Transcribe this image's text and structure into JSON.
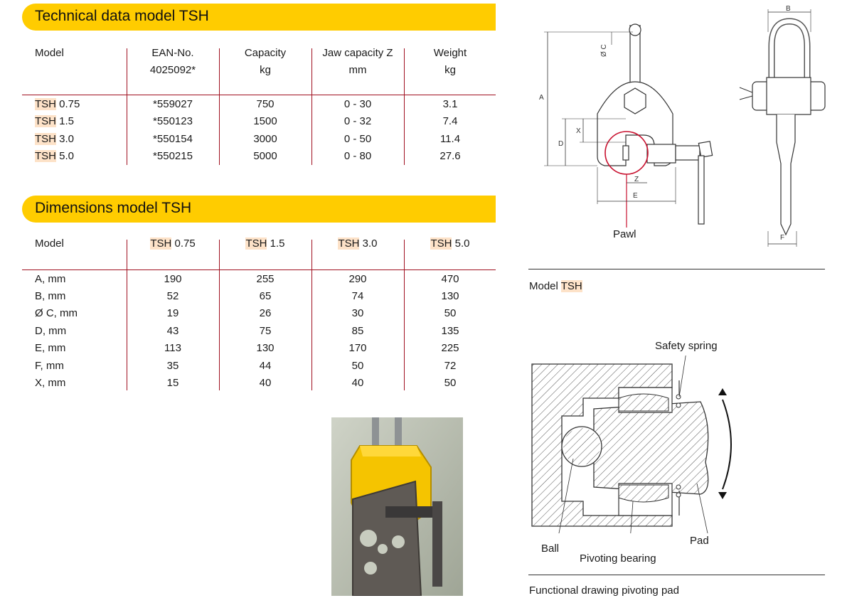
{
  "tech": {
    "title": "Technical data model TSH",
    "headers": [
      "Model",
      "EAN-No.",
      "Capacity",
      "Jaw capacity Z",
      "Weight"
    ],
    "subheaders": [
      "",
      "4025092*",
      "kg",
      "mm",
      "kg"
    ],
    "rows": [
      {
        "prefix": "TSH",
        "rest": " 0.75",
        "ean": "*559027",
        "capacity": "750",
        "jaw": "0 - 30",
        "weight": "3.1"
      },
      {
        "prefix": "TSH",
        "rest": " 1.5",
        "ean": "*550123",
        "capacity": "1500",
        "jaw": "0 - 32",
        "weight": "7.4"
      },
      {
        "prefix": "TSH",
        "rest": " 3.0",
        "ean": "*550154",
        "capacity": "3000",
        "jaw": "0 - 50",
        "weight": "11.4"
      },
      {
        "prefix": "TSH",
        "rest": " 5.0",
        "ean": "*550215",
        "capacity": "5000",
        "jaw": "0 - 80",
        "weight": "27.6"
      }
    ]
  },
  "dims": {
    "title": "Dimensions model TSH",
    "model_label": "Model",
    "columns": [
      {
        "prefix": "TSH",
        "rest": " 0.75"
      },
      {
        "prefix": "TSH",
        "rest": " 1.5"
      },
      {
        "prefix": "TSH",
        "rest": " 3.0"
      },
      {
        "prefix": "TSH",
        "rest": " 5.0"
      }
    ],
    "rows": [
      {
        "label": "A, mm",
        "values": [
          "190",
          "255",
          "290",
          "470"
        ]
      },
      {
        "label": "B, mm",
        "values": [
          "52",
          "65",
          "74",
          "130"
        ]
      },
      {
        "label": "Ø C, mm",
        "values": [
          "19",
          "26",
          "30",
          "50"
        ]
      },
      {
        "label": "D, mm",
        "values": [
          "43",
          "75",
          "85",
          "135"
        ]
      },
      {
        "label": "E, mm",
        "values": [
          "113",
          "130",
          "170",
          "225"
        ]
      },
      {
        "label": "F, mm",
        "values": [
          "35",
          "44",
          "50",
          "72"
        ]
      },
      {
        "label": "X, mm",
        "values": [
          "15",
          "40",
          "40",
          "50"
        ]
      }
    ]
  },
  "drawing_top": {
    "pawl_label": "Pawl",
    "caption_prefix": "Model ",
    "caption_model": "TSH",
    "dim_letters": {
      "a": "A",
      "b": "B",
      "c": "Ø C",
      "d": "D",
      "e": "E",
      "f": "F",
      "x": "X",
      "z": "Z"
    }
  },
  "drawing_bottom": {
    "safety_spring": "Safety spring",
    "ball": "Ball",
    "pivoting_bearing": "Pivoting bearing",
    "pad": "Pad",
    "caption": "Functional drawing pivoting pad"
  },
  "colors": {
    "banner": "#ffcc00",
    "rule": "#a01020",
    "highlight": "#fde2c8"
  }
}
